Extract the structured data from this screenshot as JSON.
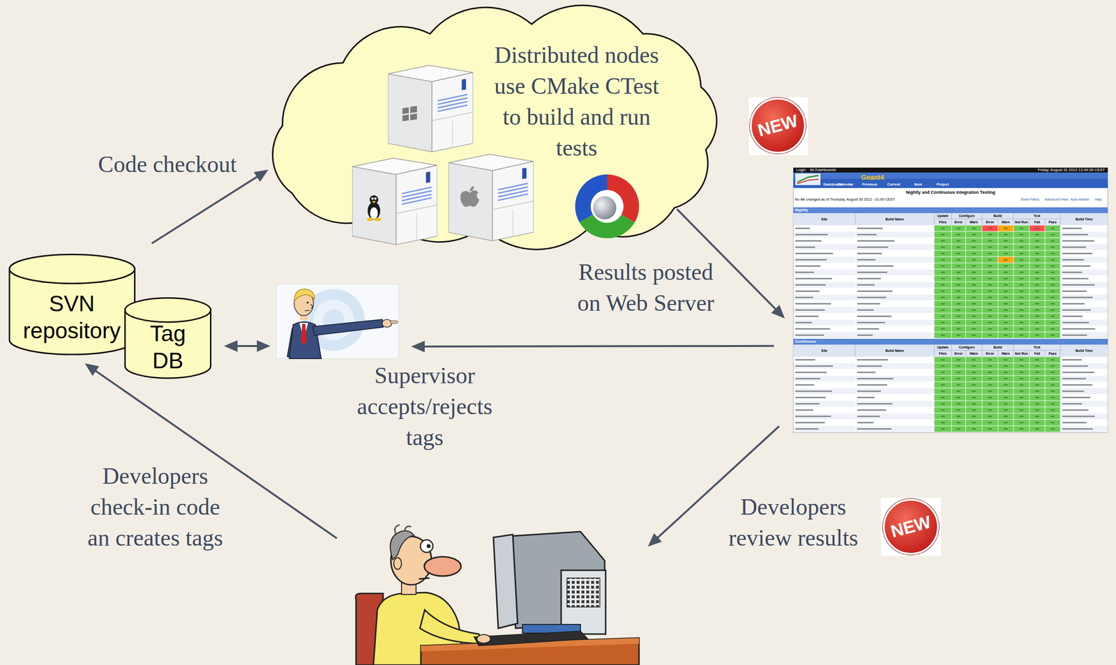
{
  "diagram": {
    "nodes": [
      {
        "text": [
          "Distributed nodes use CMake CTest to build and run tests"
        ]
      },
      {
        "text": [
          "Login",
          "All Dashboards",
          "Friday, August 31 2012 13:34:35 CEST",
          "Geant4",
          "Dashboard",
          "Calendar",
          "Previous",
          "Current",
          "Next",
          "Project",
          "Nightly and Continuous Integration Testing",
          "No file changed as of Thursday, August 30 2012 - 01:00 CEST",
          "Show Filters",
          "Advanced View",
          "Auto-refresh",
          "Help",
          "Nightly",
          "Site",
          "Build Name",
          "Update",
          "Configure",
          "Build",
          "Test",
          "Build Time",
          "Files",
          "Error",
          "Warn",
          "Error",
          "Warn",
          "Not Run",
          "Fail",
          "Pass",
          "Continuous",
          "Site",
          "Build Name",
          "Update",
          "Configure",
          "Build",
          "Test",
          "Build Time",
          "Files",
          "Error",
          "Warn",
          "Error",
          "Warn",
          "Not Run",
          "Fail",
          "Pass"
        ]
      },
      {
        "text": [
          "SVN repository"
        ]
      },
      {
        "text": [
          "Tag DB"
        ]
      },
      {
        "text": [
          "Supervisor accepts/rejects tags"
        ]
      },
      {
        "text": []
      }
    ],
    "edges": [
      {
        "from": 2,
        "to": 0,
        "arrow": "to",
        "label": "Code checkout"
      },
      {
        "from": 0,
        "to": 1,
        "arrow": "to",
        "label": "Results posted on Web Server"
      },
      {
        "from": 1,
        "to": 4,
        "arrow": "to"
      },
      {
        "from": 3,
        "to": 4,
        "arrow": "both"
      },
      {
        "from": 1,
        "to": 5,
        "arrow": "to",
        "label": "Developers review results"
      },
      {
        "from": 5,
        "to": 2,
        "arrow": "to",
        "label": "Developers check-in code an creates tags"
      }
    ],
    "labels": [
      "NEW",
      "NEW"
    ]
  }
}
